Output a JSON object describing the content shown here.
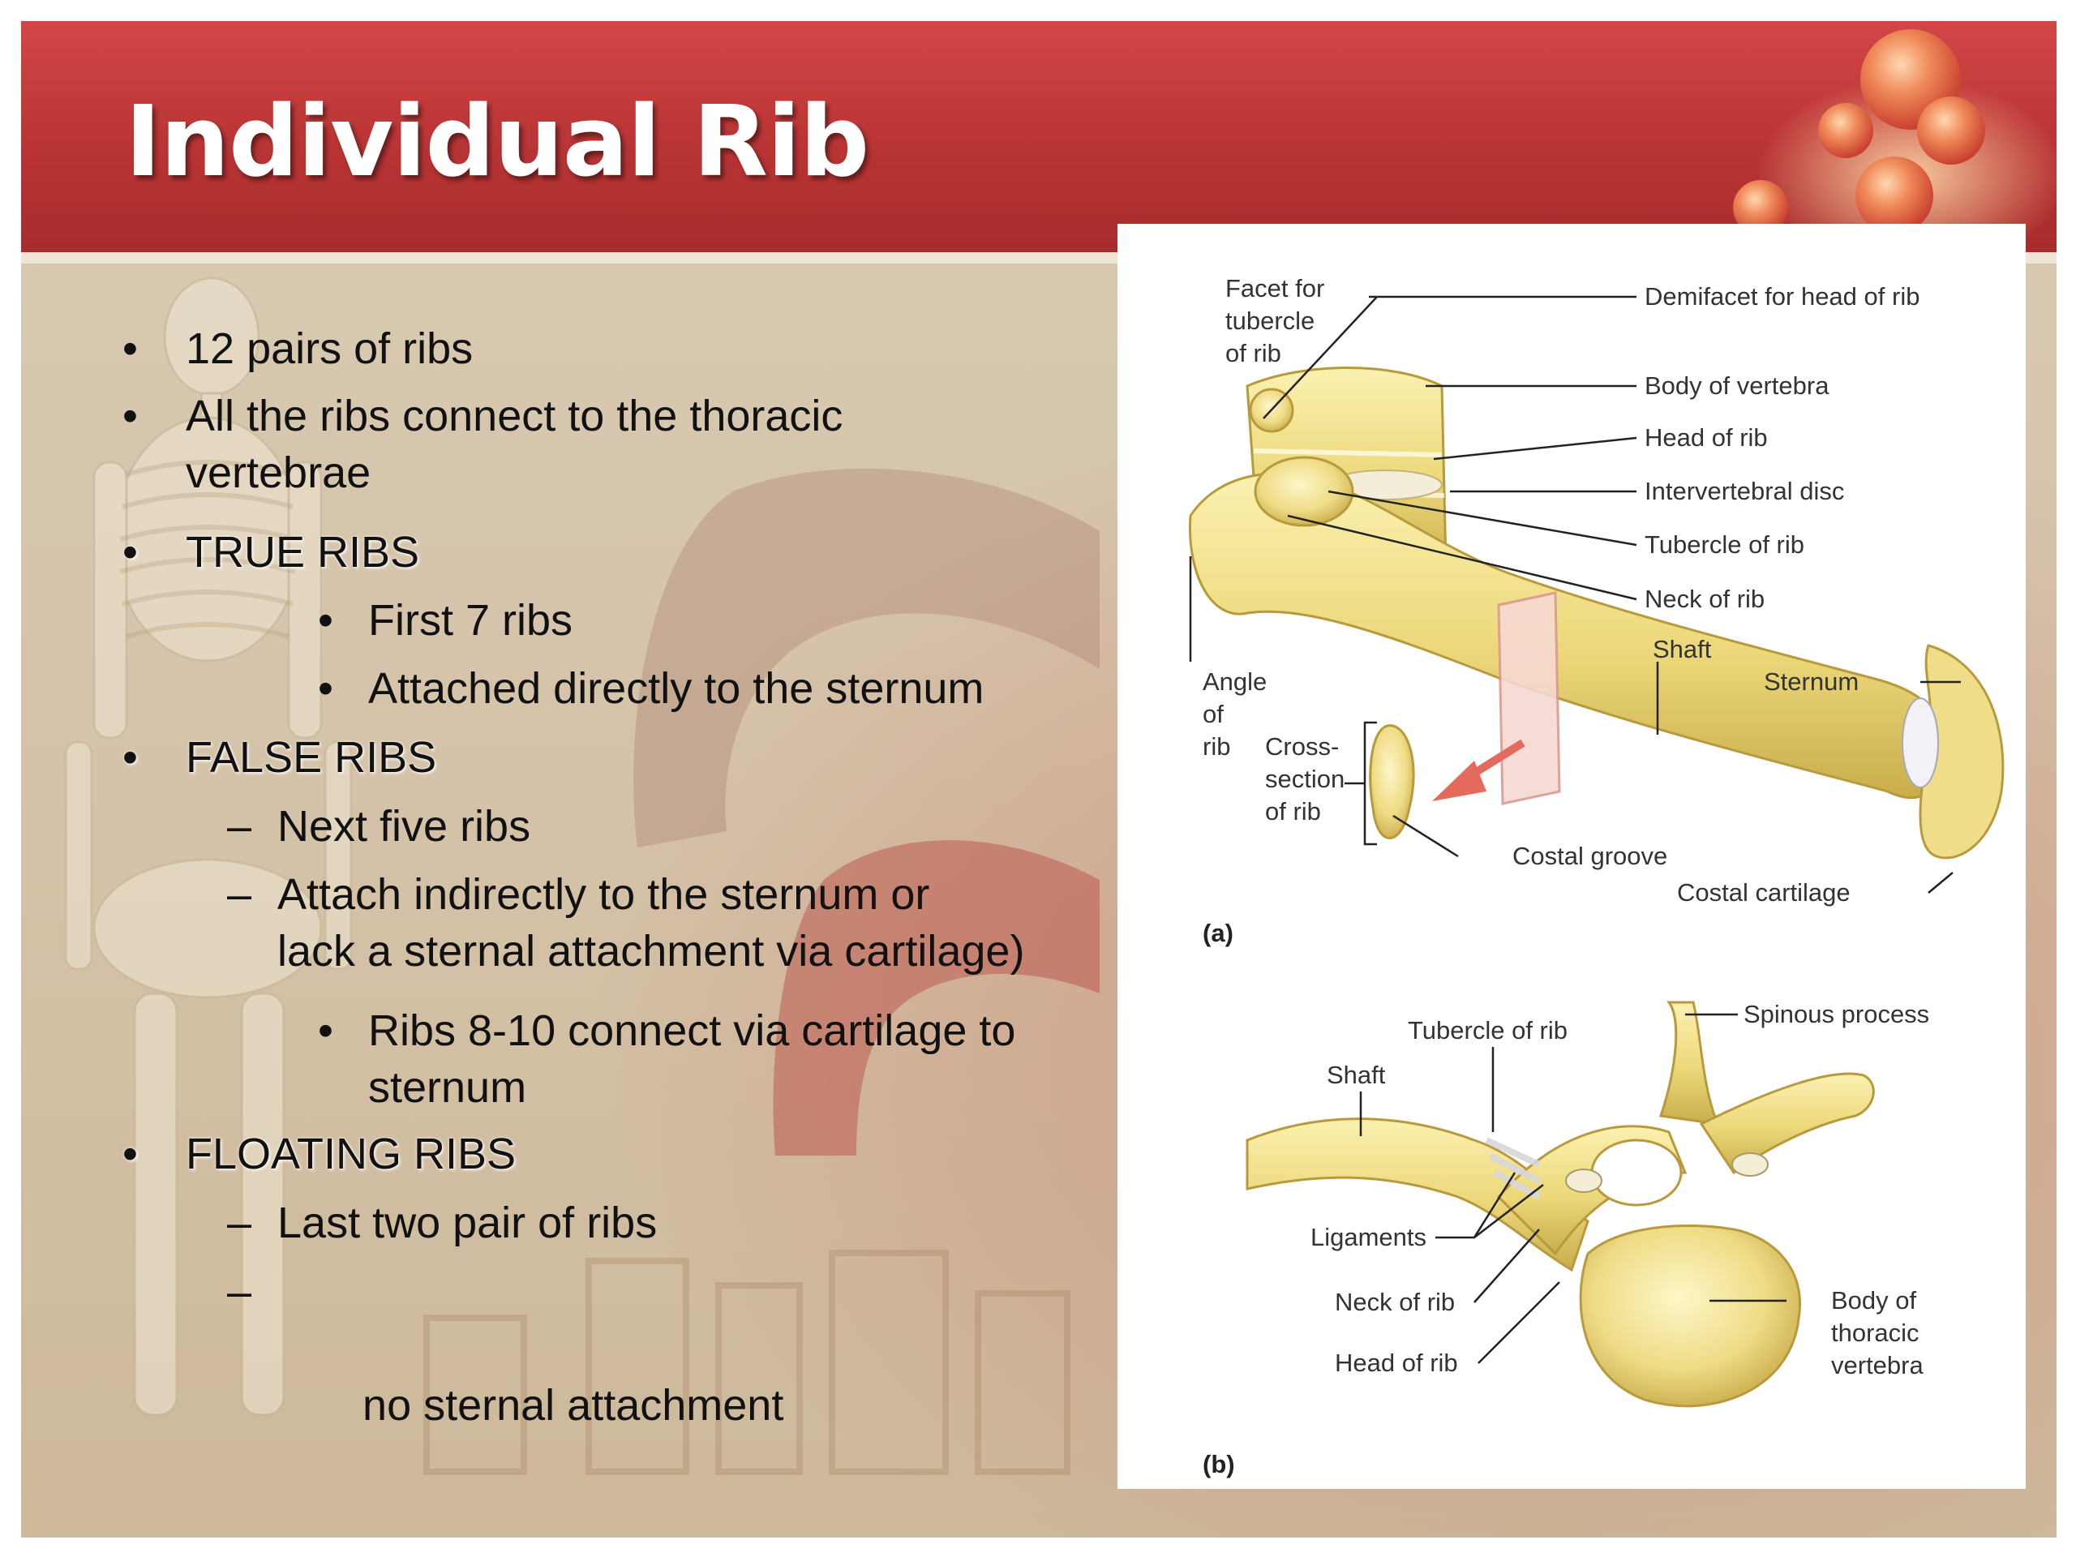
{
  "slide": {
    "title": "Individual Rib",
    "bullets": [
      {
        "text": "12 pairs of ribs"
      },
      {
        "text_line1": "All the ribs connect to the thoracic",
        "text_line2": "vertebrae"
      },
      {
        "text": "TRUE RIBS"
      },
      {
        "text": "First 7 ribs"
      },
      {
        "text": "Attached directly to the sternum"
      },
      {
        "text": "FALSE RIBS"
      },
      {
        "text": "Next five ribs"
      },
      {
        "text_line1": "Attach indirectly to the sternum or",
        "text_line2": "lack a sternal attachment via cartilage)"
      },
      {
        "text_line1": "Ribs 8-10 connect via cartilage to",
        "text_line2": "sternum"
      },
      {
        "text": "FLOATING RIBS"
      },
      {
        "text": "Last two pair of ribs"
      },
      {
        "text": " no sternal attachment"
      }
    ],
    "markers": {
      "bullet": "•",
      "dash": "–"
    }
  },
  "figure": {
    "panel_a": {
      "tag": "(a)",
      "labels": {
        "facet_l1": "Facet for",
        "facet_l2": "tubercle",
        "facet_l3": "of rib",
        "demifacet": "Demifacet for head of rib",
        "body_vertebra": "Body of vertebra",
        "head_rib": "Head of rib",
        "intervertebral_disc": "Intervertebral disc",
        "tubercle_rib": "Tubercle of rib",
        "neck_rib": "Neck of rib",
        "shaft": "Shaft",
        "sternum": "Sternum",
        "angle_l1": "Angle",
        "angle_l2": "of",
        "angle_l3": "rib",
        "cross_l1": "Cross-",
        "cross_l2": "section",
        "cross_l3": "of rib",
        "costal_groove": "Costal groove",
        "costal_cartilage": "Costal cartilage"
      }
    },
    "panel_b": {
      "tag": "(b)",
      "labels": {
        "tubercle_rib": "Tubercle of rib",
        "spinous_process": "Spinous process",
        "shaft": "Shaft",
        "ligaments": "Ligaments",
        "neck_rib": "Neck of rib",
        "head_rib": "Head of rib",
        "body_l1": "Body of",
        "body_l2": "thoracic",
        "body_l3": "vertebra"
      }
    }
  }
}
